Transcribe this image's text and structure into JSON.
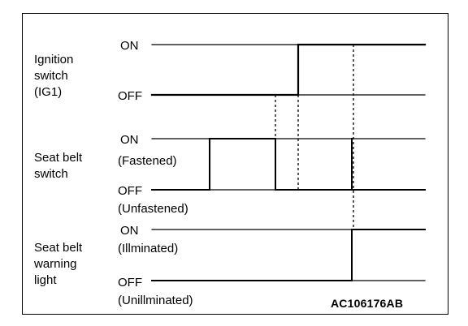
{
  "figure_id": "AC106176AB",
  "signals": [
    {
      "name": "Ignition\nswitch\n(IG1)",
      "on_label": "ON",
      "on_sub": "",
      "off_label": "OFF",
      "off_sub": ""
    },
    {
      "name": "Seat belt\nswitch",
      "on_label": "ON",
      "on_sub": "(Fastened)",
      "off_label": "OFF",
      "off_sub": "(Unfastened)"
    },
    {
      "name": "Seat belt\nwarning\nlight",
      "on_label": "ON",
      "on_sub": "(Illminated)",
      "off_label": "OFF",
      "off_sub": "(Unillminated)"
    }
  ],
  "colors": {
    "line": "#000000",
    "background": "#ffffff"
  }
}
